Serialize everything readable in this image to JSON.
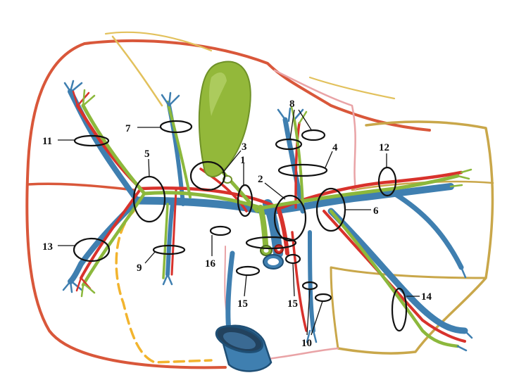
{
  "diagram": {
    "labels": [
      {
        "id": "1",
        "text": "1"
      },
      {
        "id": "2",
        "text": "2"
      },
      {
        "id": "3",
        "text": "3"
      },
      {
        "id": "4",
        "text": "4"
      },
      {
        "id": "5",
        "text": "5"
      },
      {
        "id": "6",
        "text": "6"
      },
      {
        "id": "7",
        "text": "7"
      },
      {
        "id": "8",
        "text": "8"
      },
      {
        "id": "9",
        "text": "9"
      },
      {
        "id": "10",
        "text": "10"
      },
      {
        "id": "11",
        "text": "11"
      },
      {
        "id": "12",
        "text": "12"
      },
      {
        "id": "13",
        "text": "13"
      },
      {
        "id": "14",
        "text": "14"
      },
      {
        "id": "15a",
        "text": "15"
      },
      {
        "id": "15b",
        "text": "15"
      },
      {
        "id": "16",
        "text": "16"
      }
    ],
    "colors": {
      "portal_vein": "#3f7fb0",
      "hepatic_artery": "#d8322c",
      "bile_duct": "#8cb83c",
      "gallbladder": "#93b83a",
      "segment_outline_red": "#d9573a",
      "segment_outline_gold": "#c9a74a",
      "segment_outline_yellow": "#e2c15c",
      "segment_outline_pink": "#e9a3a6",
      "dashed_line": "#f2b42e",
      "label": "#111111"
    }
  }
}
